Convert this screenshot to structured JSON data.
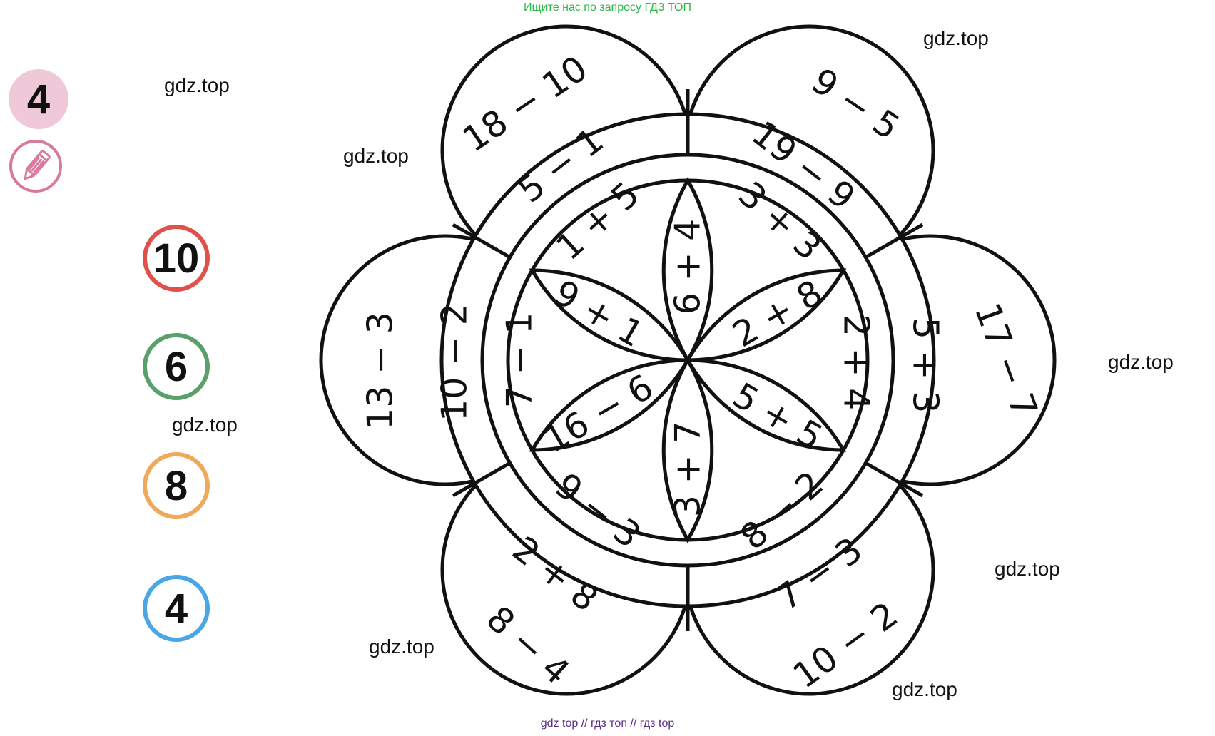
{
  "banner_top": "Ищите нас по запросу ГДЗ ТОП",
  "banner_bottom": "gdz top  //  гдз топ  //  гдз top",
  "task_number": "4",
  "watermarks": [
    "gdz.top",
    "gdz.top",
    "gdz.top",
    "gdz.top",
    "gdz.top",
    "gdz.top",
    "gdz.top"
  ],
  "color_key": [
    {
      "value": "10",
      "color": "#e0514c"
    },
    {
      "value": "6",
      "color": "#5aa06a"
    },
    {
      "value": "8",
      "color": "#f0a85a"
    },
    {
      "value": "4",
      "color": "#4ba6e6"
    }
  ],
  "diagram": {
    "expressions": [
      "18 − 10",
      "9 − 5",
      "5 − 1",
      "19 − 9",
      "1 + 5",
      "3 + 3",
      "6 + 4",
      "9 + 1",
      "2 + 8",
      "13 − 3",
      "10 − 2",
      "7 − 1",
      "2 + 4",
      "5 + 3",
      "17 − 7",
      "16 − 6",
      "5 + 5",
      "3 + 7",
      "9 − 3",
      "8 − 2",
      "2 + 8",
      "7 − 3",
      "8 − 4",
      "10 − 2"
    ]
  }
}
